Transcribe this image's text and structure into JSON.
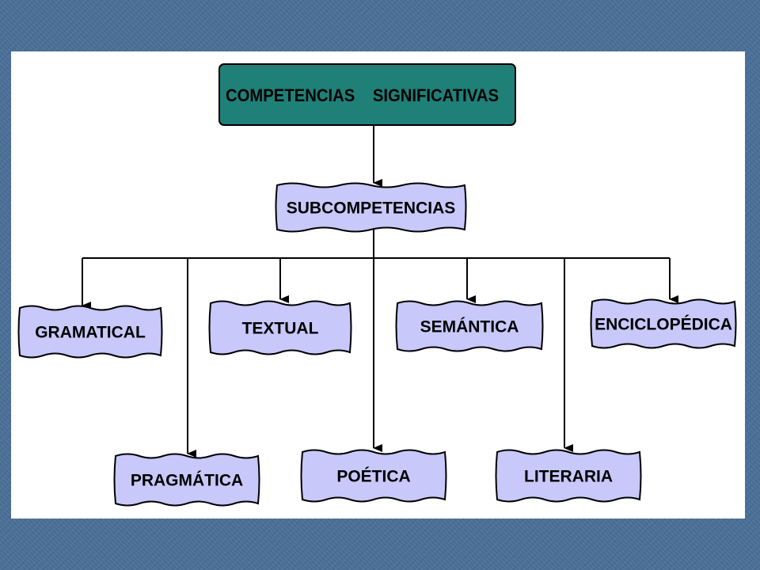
{
  "root": {
    "label": "COMPETENCIAS    SIGNIFICATIVAS",
    "color": "#1f8078"
  },
  "middle": {
    "label": "SUBCOMPETENCIAS"
  },
  "top_row": [
    {
      "id": "gramatical",
      "label": "GRAMATICAL"
    },
    {
      "id": "textual",
      "label": "TEXTUAL"
    },
    {
      "id": "semantica",
      "label": "SEMÁNTICA"
    },
    {
      "id": "enciclopedica",
      "label": "ENCICLOPÉDICA"
    }
  ],
  "bottom_row": [
    {
      "id": "pragmatica",
      "label": "PRAGMÁTICA"
    },
    {
      "id": "poetica",
      "label": "POÉTICA"
    },
    {
      "id": "literaria",
      "label": "LITERARIA"
    }
  ],
  "colors": {
    "banner_fill": "#c8c8fa",
    "root_fill": "#1f8078",
    "line": "#000000",
    "background": "#4a6f98"
  }
}
